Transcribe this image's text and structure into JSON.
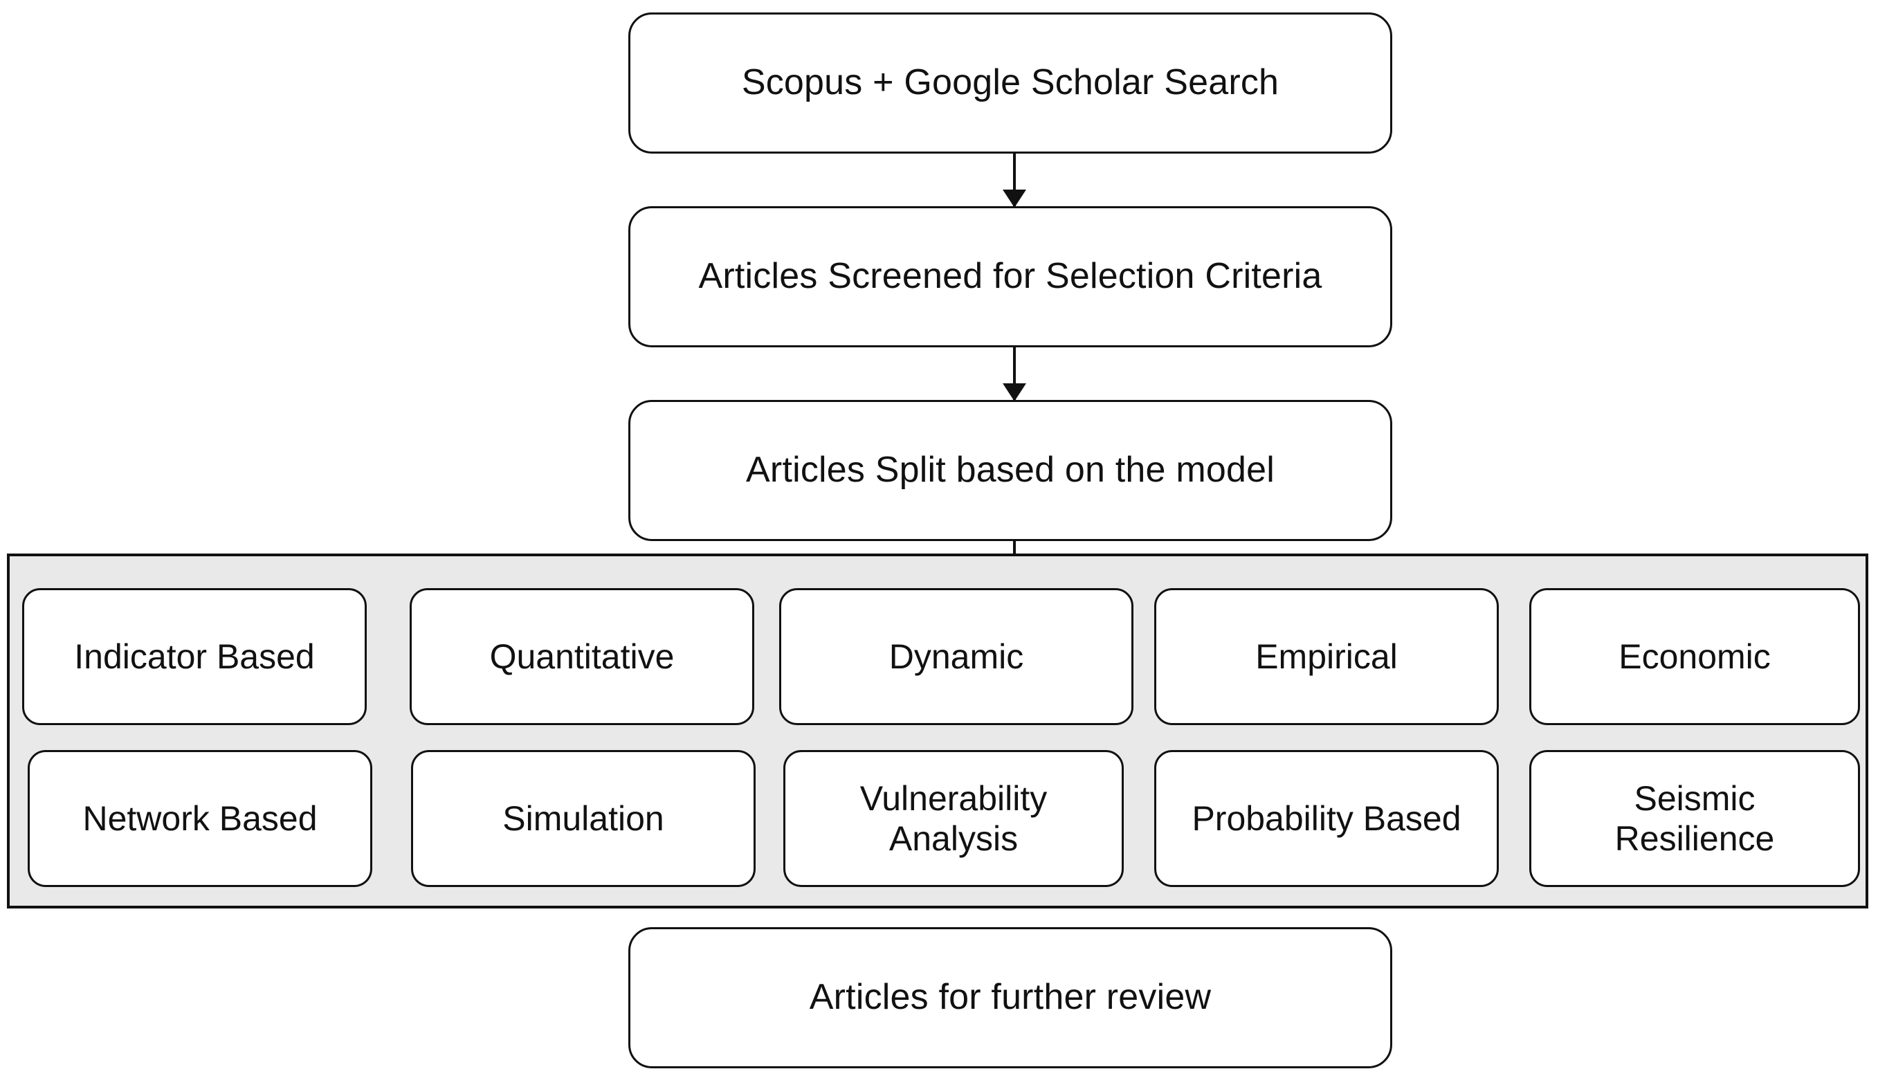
{
  "diagram": {
    "title_flow": [
      {
        "id": "search",
        "text": "Scopus + Google Scholar Search"
      },
      {
        "id": "screened",
        "text": "Articles Screened for Selection Criteria"
      },
      {
        "id": "split",
        "text": "Articles Split based on the model"
      }
    ],
    "final": {
      "id": "final",
      "text": "Articles for further review"
    },
    "group_panel": {
      "background_color": "#e9e9e9",
      "border_color": "#111111",
      "rows": [
        {
          "row": 1,
          "boxes": [
            {
              "id": "indicator-based",
              "text": "Indicator Based"
            },
            {
              "id": "quantitative",
              "text": "Quantitative"
            },
            {
              "id": "dynamic",
              "text": "Dynamic"
            },
            {
              "id": "empirical",
              "text": "Empirical"
            },
            {
              "id": "economic",
              "text": "Economic"
            }
          ]
        },
        {
          "row": 2,
          "boxes": [
            {
              "id": "network-based",
              "text": "Network Based"
            },
            {
              "id": "simulation",
              "text": "Simulation"
            },
            {
              "id": "vulnerability-analysis",
              "text": "Vulnerability\nAnalysis"
            },
            {
              "id": "probability-based",
              "text": "Probability Based"
            },
            {
              "id": "seismic-resilience",
              "text": "Seismic\nResilience"
            }
          ]
        }
      ]
    },
    "arrows": [
      {
        "id": "arrow-search-to-screened",
        "from": "search",
        "to": "screened"
      },
      {
        "id": "arrow-screened-to-split",
        "from": "screened",
        "to": "split"
      },
      {
        "id": "arrow-split-to-group",
        "from": "split",
        "to": "group-panel"
      }
    ],
    "colors": {
      "node_fill": "#ffffff",
      "node_stroke": "#111111",
      "panel_fill": "#e9e9e9",
      "text": "#111111"
    }
  }
}
